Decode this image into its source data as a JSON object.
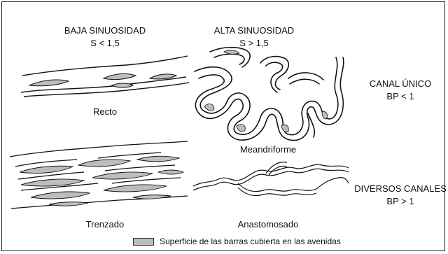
{
  "headers": {
    "low_title": "BAJA SINUOSIDAD",
    "low_value": "S < 1,5",
    "high_title": "ALTA SINUOSIDAD",
    "high_value": "S > 1,5"
  },
  "side_labels": {
    "single_title": "CANAL ÚNICO",
    "single_value": "BP < 1",
    "multi_title": "DIVERSOS CANALES",
    "multi_value": "BP > 1"
  },
  "channel_types": {
    "straight": "Recto",
    "meandering": "Meandriforme",
    "braided": "Trenzado",
    "anastomosed": "Anastomosado"
  },
  "legend": {
    "label": "Superficie de las barras cubierta en las avenidas",
    "swatch_color": "#bdbdbd"
  },
  "colors": {
    "ink": "#111111",
    "bar_fill": "#bdbdbd"
  }
}
